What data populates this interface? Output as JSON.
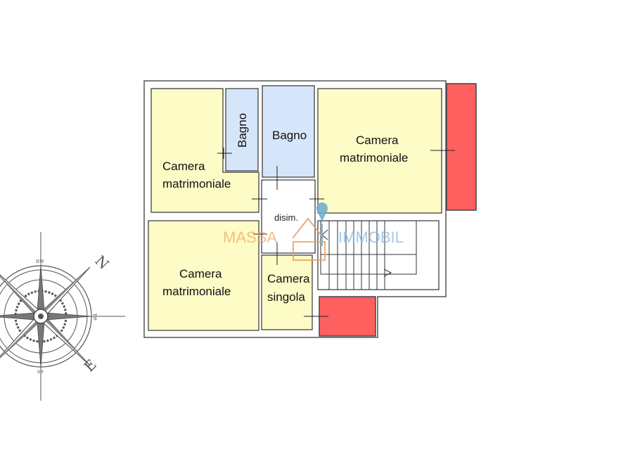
{
  "floorplan": {
    "rooms": [
      {
        "label_line1": "Camera",
        "label_line2": "matrimoniale",
        "type": "bedroom"
      },
      {
        "label_line1": "Bagno",
        "type": "bathroom"
      },
      {
        "label_line1": "Bagno",
        "type": "bathroom"
      },
      {
        "label_line1": "Camera",
        "label_line2": "matrimoniale",
        "type": "bedroom"
      },
      {
        "label_line1": "disim.",
        "type": "hallway"
      },
      {
        "label_line1": "Camera",
        "label_line2": "matrimoniale",
        "type": "bedroom"
      },
      {
        "label_line1": "Camera",
        "label_line2": "singola",
        "type": "bedroom"
      }
    ],
    "colors": {
      "bedroom": "#fdfbc6",
      "bathroom": "#d6e6fa",
      "balcony": "#fe6060",
      "wall": "#555555"
    }
  },
  "watermark": {
    "left": "MASSA",
    "right": "IMMOBIL",
    "left_color": "#f0a060",
    "right_color": "#7fb0d8"
  },
  "compass": {
    "north": "N",
    "east": "E",
    "nw": "nw",
    "ne": "ne",
    "se": "se"
  }
}
